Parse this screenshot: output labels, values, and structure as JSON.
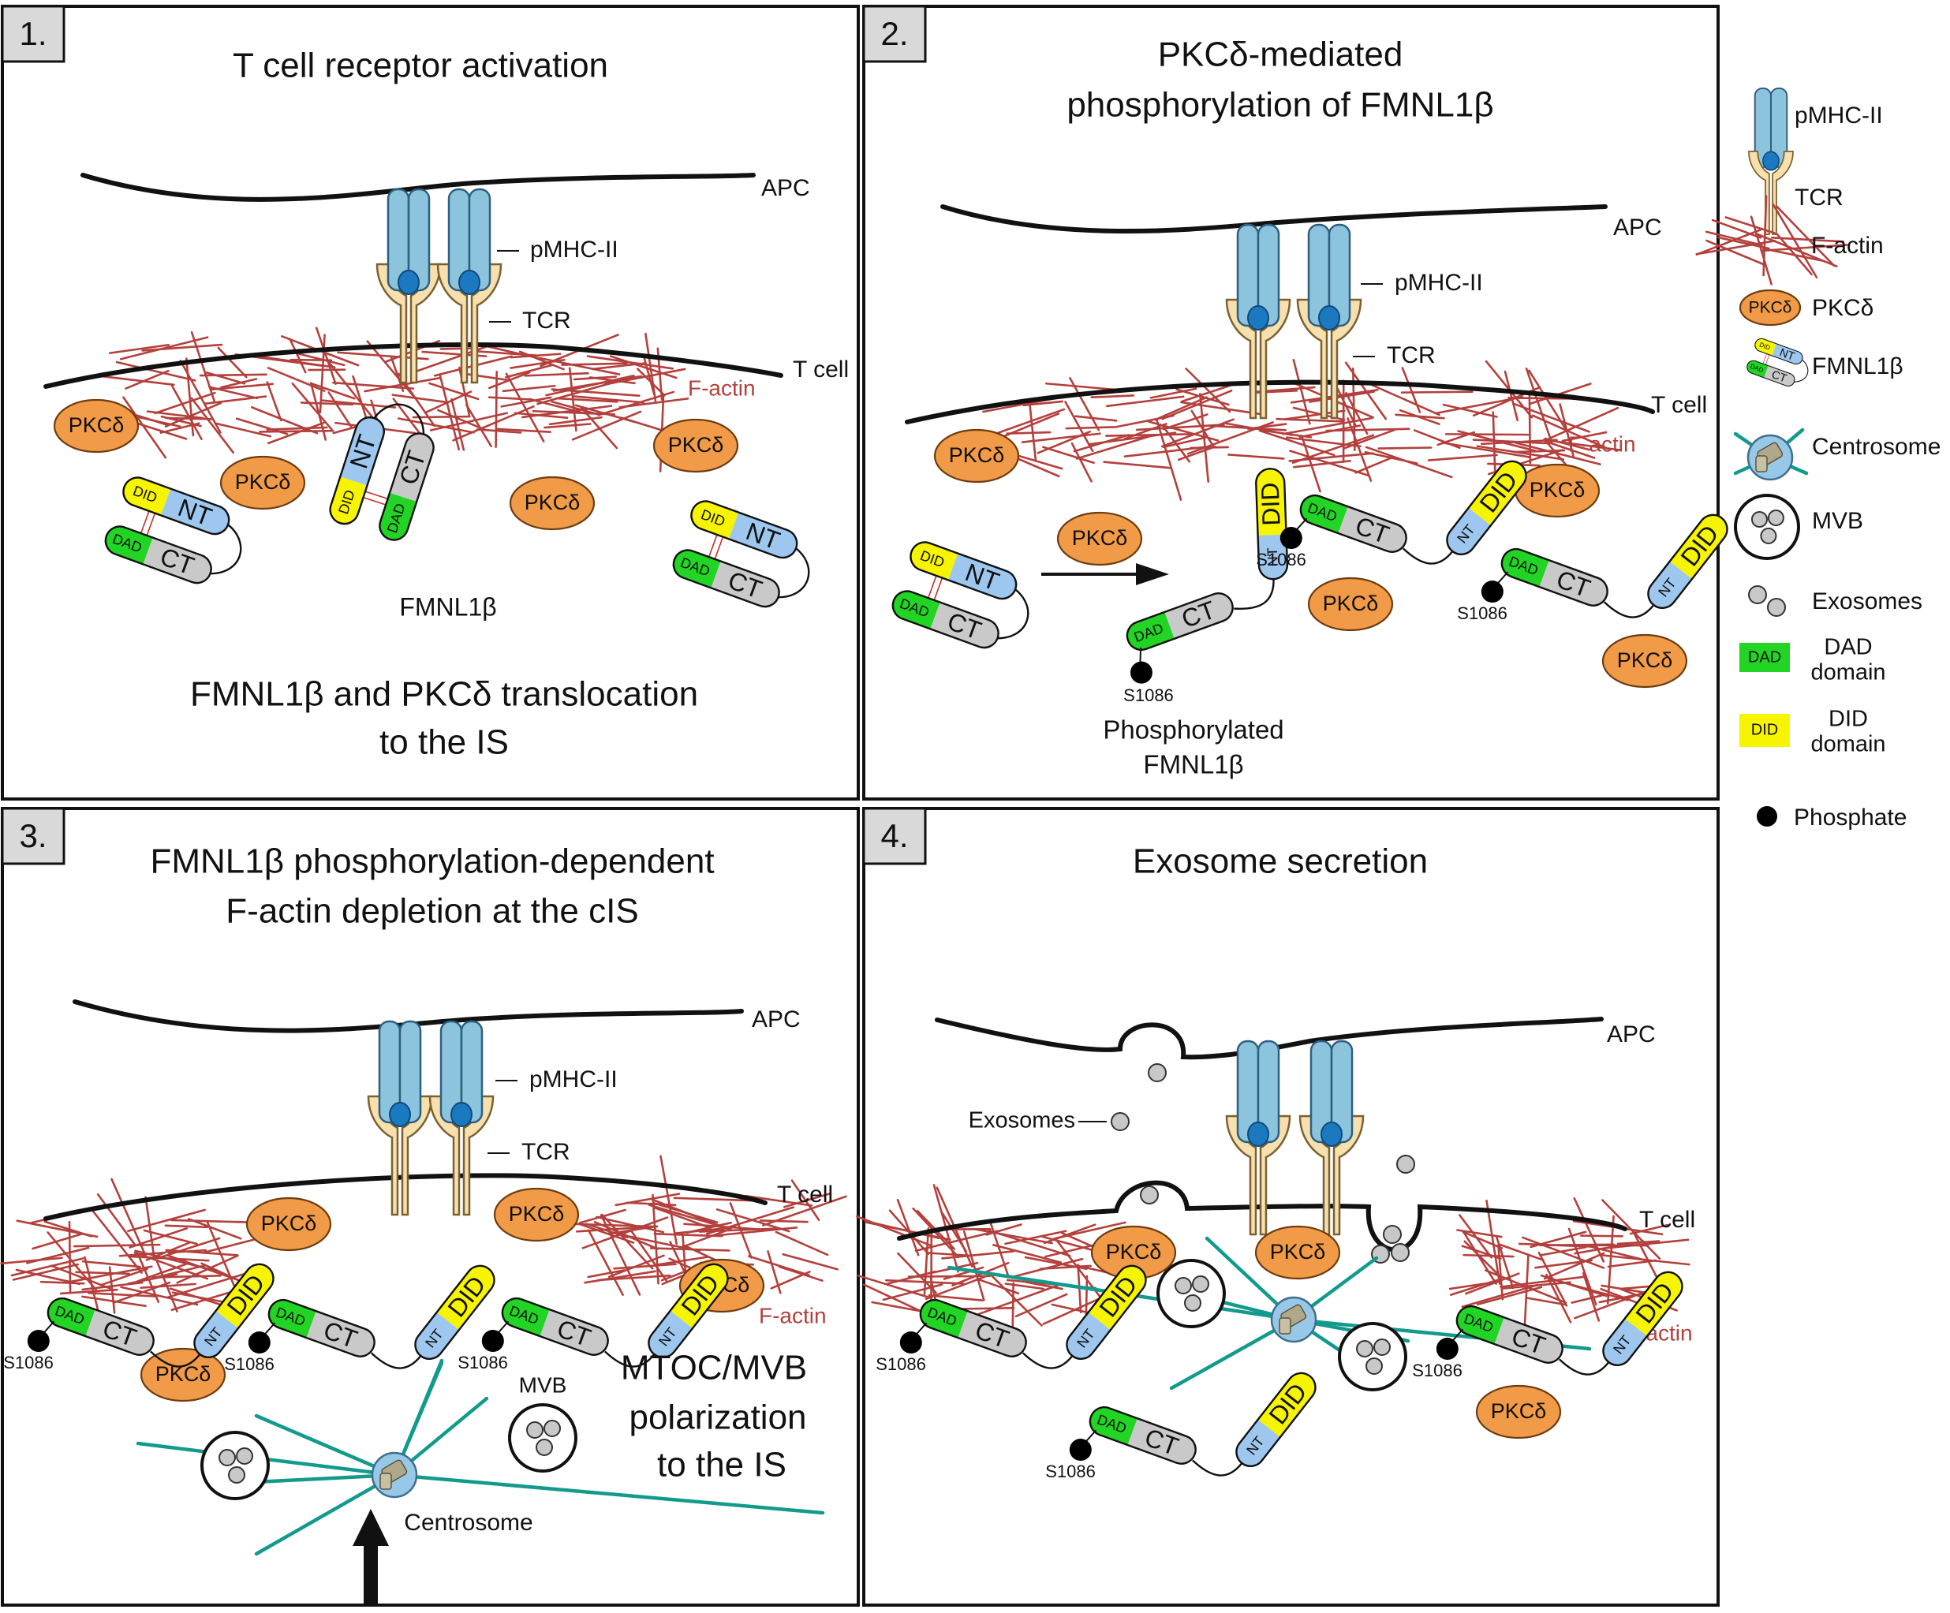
{
  "panels": [
    {
      "number": "1.",
      "title_lines": [
        "T cell receptor activation"
      ],
      "labels": {
        "apc": "APC",
        "tcell": "T cell",
        "pmhc": "pMHC-II",
        "tcr": "TCR",
        "factin": "F-actin",
        "fmnl": "FMNL1β"
      },
      "pkc": [
        "PKCδ",
        "PKCδ",
        "PKCδ",
        "PKCδ"
      ],
      "footer_lines": [
        "FMNL1β and PKCδ translocation",
        "to the IS"
      ]
    },
    {
      "number": "2.",
      "title_lines": [
        "PKCδ-mediated",
        "phosphorylation of FMNL1β"
      ],
      "labels": {
        "apc": "APC",
        "tcell": "T cell",
        "pmhc": "pMHC-II",
        "tcr": "TCR",
        "factin": "F-actin",
        "phospho_lines": [
          "Phosphorylated",
          "FMNL1β"
        ]
      },
      "pkc": [
        "PKCδ",
        "PKCδ",
        "PKCδ",
        "PKCδ",
        "PKCδ"
      ],
      "sites": [
        "S1086",
        "S1086",
        "S1086"
      ]
    },
    {
      "number": "3.",
      "title_lines": [
        "FMNL1β phosphorylation-dependent",
        "F-actin depletion at the cIS"
      ],
      "labels": {
        "apc": "APC",
        "tcell": "T cell",
        "pmhc": "pMHC-II",
        "tcr": "TCR",
        "factin": "F-actin",
        "mvb": "MVB",
        "centrosome": "Centrosome"
      },
      "pkc": [
        "PKCδ",
        "PKCδ",
        "PKCδ",
        "PKCδ"
      ],
      "sites": [
        "S1086",
        "S1086",
        "S1086"
      ],
      "polar_lines": [
        "MTOC/MVB",
        "polarization",
        "to the IS"
      ]
    },
    {
      "number": "4.",
      "title_lines": [
        "Exosome secretion"
      ],
      "labels": {
        "apc": "APC",
        "tcell": "T cell",
        "factin": "F-actin",
        "exosomes": "Exosomes"
      },
      "pkc": [
        "PKCδ",
        "PKCδ",
        "PKCδ"
      ],
      "sites": [
        "S1086",
        "S1086",
        "S1086"
      ]
    }
  ],
  "domains": {
    "did": "DID",
    "nt": "NT",
    "dad": "DAD",
    "ct": "CT"
  },
  "legend": [
    {
      "icon": "pmhc",
      "label": "pMHC-II"
    },
    {
      "icon": "tcr",
      "label": "TCR"
    },
    {
      "icon": "factin",
      "label": "F-actin"
    },
    {
      "icon": "pkc",
      "label": "PKCδ",
      "badge": "PKCδ"
    },
    {
      "icon": "fmnl",
      "label": "FMNL1β"
    },
    {
      "icon": "centrosome",
      "label": "Centrosome"
    },
    {
      "icon": "mvb",
      "label": "MVB"
    },
    {
      "icon": "exosomes",
      "label": "Exosomes"
    },
    {
      "icon": "dad",
      "label_lines": [
        "DAD",
        "domain"
      ],
      "badge": "DAD"
    },
    {
      "icon": "did",
      "label_lines": [
        "DID",
        "domain"
      ],
      "badge": "DID"
    },
    {
      "icon": "phosphate",
      "label": "Phosphate"
    }
  ],
  "colors": {
    "pmhc": "#8cc4de",
    "pmhc_dot": "#1b79c0",
    "tcr": "#f7dfae",
    "factin": "#b3403c",
    "pkc": "#f19a48",
    "nt": "#9dc7ef",
    "did": "#f6f400",
    "dad": "#22d424",
    "ct": "#c9c9c9",
    "microtubule": "#129a8c",
    "centrosome": "#98c8e8",
    "exosome": "#c8c8c8"
  }
}
